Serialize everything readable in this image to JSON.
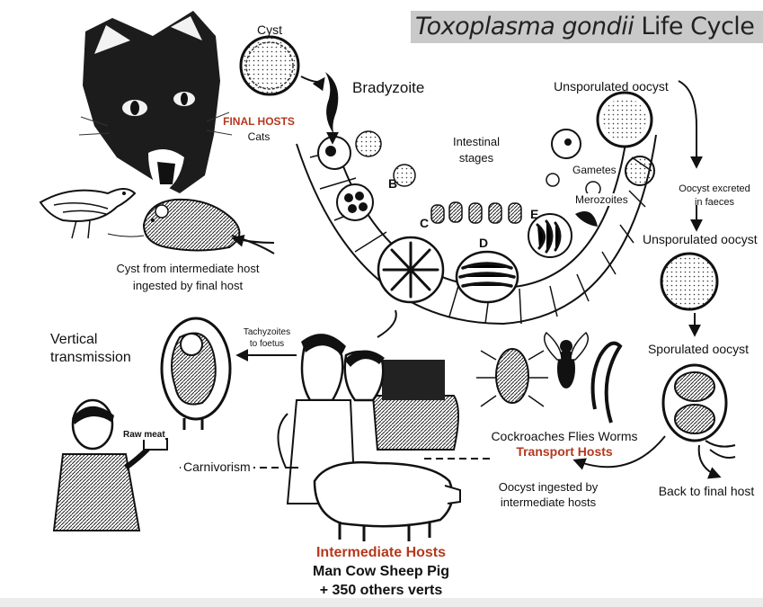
{
  "title": {
    "species": "Toxoplasma gondii",
    "rest": " Life Cycle"
  },
  "labels": {
    "cyst": "Cyst",
    "final_hosts": "FINAL HOSTS",
    "cats": "Cats",
    "bradyzoite": "Bradyzoite",
    "intestinal_stages_1": "Intestinal",
    "intestinal_stages_2": "stages",
    "unsporulated_oocyst_top": "Unsporulated oocyst",
    "gametes": "Gametes",
    "merozoites": "Merozoites",
    "oocyst_excreted_1": "Oocyst excreted",
    "oocyst_excreted_2": "in faeces",
    "unsporulated_oocyst_right": "Unsporulated oocyst",
    "sporulated_oocyst": "Sporulated oocyst",
    "cyst_from_1": "Cyst from intermediate host",
    "cyst_from_2": "ingested by final host",
    "vertical_1": "Vertical",
    "vertical_2": "transmission",
    "tachyzoites_1": "Tachyzoites",
    "tachyzoites_2": "to foetus",
    "raw_meat": "Raw meat",
    "carnivorism": "Carnivorism",
    "transport_species": "Cockroaches Flies Worms",
    "transport_hosts": "Transport Hosts",
    "oocyst_ingested_1": "Oocyst ingested by",
    "oocyst_ingested_2": "intermediate hosts",
    "back_to_final": "Back to final host",
    "intermediate_hosts": "Intermediate Hosts",
    "intermediate_species": "Man Cow Sheep Pig",
    "intermediate_others": "+ 350 others verts",
    "stage_b": "B",
    "stage_c": "C",
    "stage_d": "D",
    "stage_e": "E"
  },
  "colors": {
    "accent": "#b5381d",
    "title_bg": "#c9c9c9",
    "ink": "#111111"
  }
}
